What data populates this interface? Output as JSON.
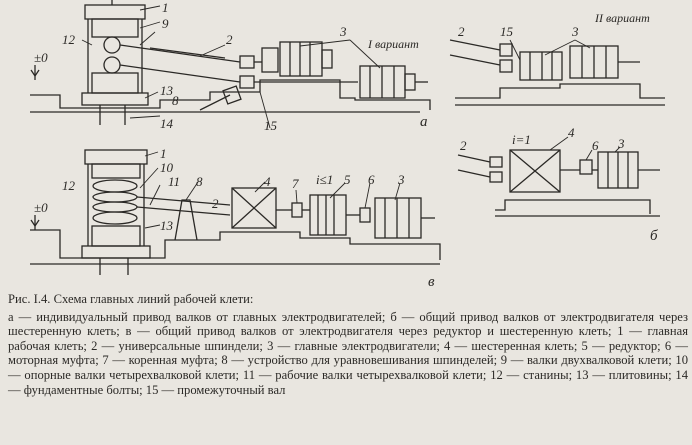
{
  "figure": {
    "labels": {
      "n1": "1",
      "n2": "2",
      "n3": "3",
      "n4": "4",
      "n5": "5",
      "n6": "6",
      "n7": "7",
      "n8": "8",
      "n9": "9",
      "n10": "10",
      "n11": "11",
      "n12": "12",
      "n13": "13",
      "n14": "14",
      "n15": "15",
      "pm0": "±0",
      "variant1": "I вариант",
      "variant2": "II вариант",
      "ratio_eq": "i=1",
      "ratio_le": "i≤1"
    },
    "panels": {
      "a": "а",
      "b": "б",
      "v": "в"
    }
  },
  "caption": {
    "title": "Рис. I.4. Схема главных линий рабочей клети:",
    "body": "а — индивидуальный привод валков от главных электродвигателей; б — общий привод валков от электродвигателя через шестеренную клеть; в — общий привод валков от электродвигателя через редуктор и шестеренную клеть; 1 — главная рабочая клеть; 2 — универсальные шпиндели; 3 — главные электродвигатели; 4 — шестеренная клеть; 5 — редуктор; 6 — моторная муфта; 7 — коренная муфта; 8 — устройство для уравновешивания шпинделей; 9 — валки двухвалковой клети; 10 — опорные валки четырехвалковой клети; 11 — рабочие валки четырехвалковой клети; 12 — станины; 13 — плитовины; 14 — фундаментные болты; 15 — промежуточный вал"
  }
}
